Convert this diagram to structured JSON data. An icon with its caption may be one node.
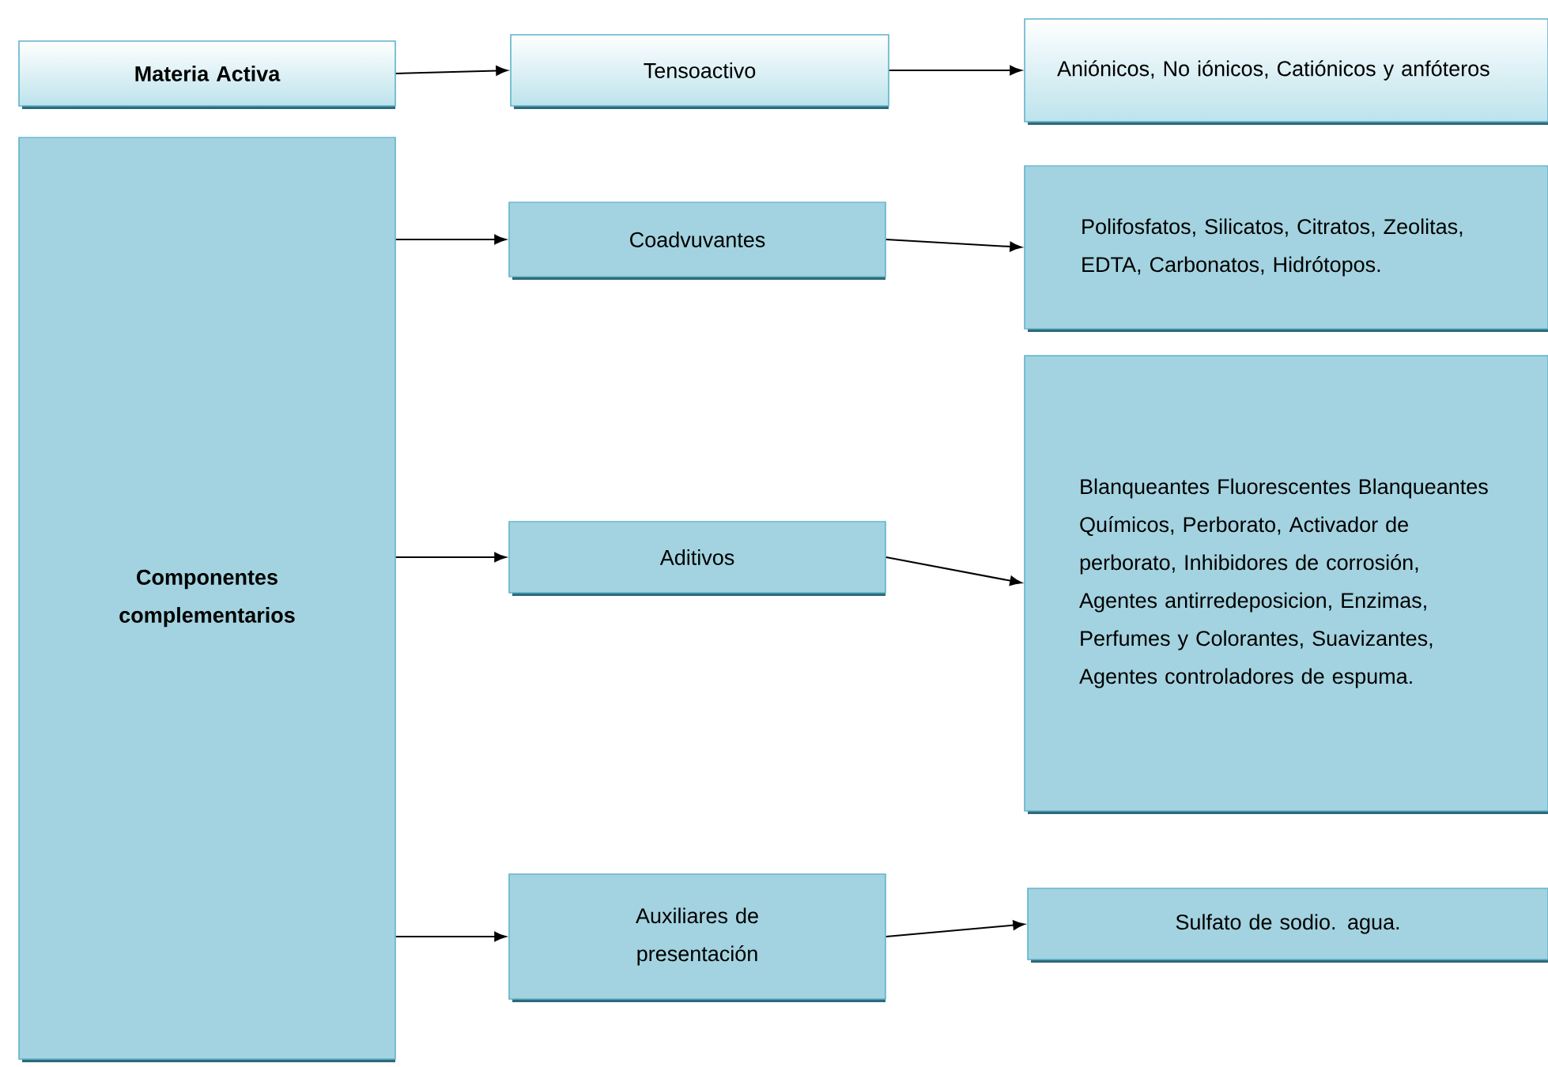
{
  "diagram": {
    "nodes": [
      {
        "text": [
          "Materia Activa"
        ]
      },
      {
        "text": [
          "Tensoactivo"
        ]
      },
      {
        "text": [
          "Aniónicos, No iónicos, Catiónicos y anfóteros"
        ]
      },
      {
        "text": [
          "Componentes complementarios"
        ]
      },
      {
        "text": [
          "Coadvuvantes"
        ]
      },
      {
        "text": [
          "Polifosfatos, Silicatos, Citratos, Zeolitas, EDTA, Carbonatos, Hidrótopos."
        ]
      },
      {
        "text": [
          "Aditivos"
        ]
      },
      {
        "text": [
          "Blanqueantes Fluorescentes Blanqueantes Químicos, Perborato, Activador de perborato, Inhibidores de corrosión, Agentes antirredeposicion, Enzimas, Perfumes y Colorantes, Suavizantes, Agentes controladores de espuma."
        ]
      },
      {
        "text": [
          "Auxiliares de presentación"
        ]
      },
      {
        "text": [
          "Sulfato de sodio. agua."
        ]
      }
    ],
    "edges": [
      {
        "from": 0,
        "to": 1,
        "arrow": "to"
      },
      {
        "from": 1,
        "to": 2,
        "arrow": "to"
      },
      {
        "from": 3,
        "to": 4,
        "arrow": "to"
      },
      {
        "from": 4,
        "to": 5,
        "arrow": "to"
      },
      {
        "from": 3,
        "to": 6,
        "arrow": "to"
      },
      {
        "from": 6,
        "to": 7,
        "arrow": "to"
      },
      {
        "from": 3,
        "to": 8,
        "arrow": "to"
      },
      {
        "from": 8,
        "to": 9,
        "arrow": "to"
      }
    ]
  }
}
